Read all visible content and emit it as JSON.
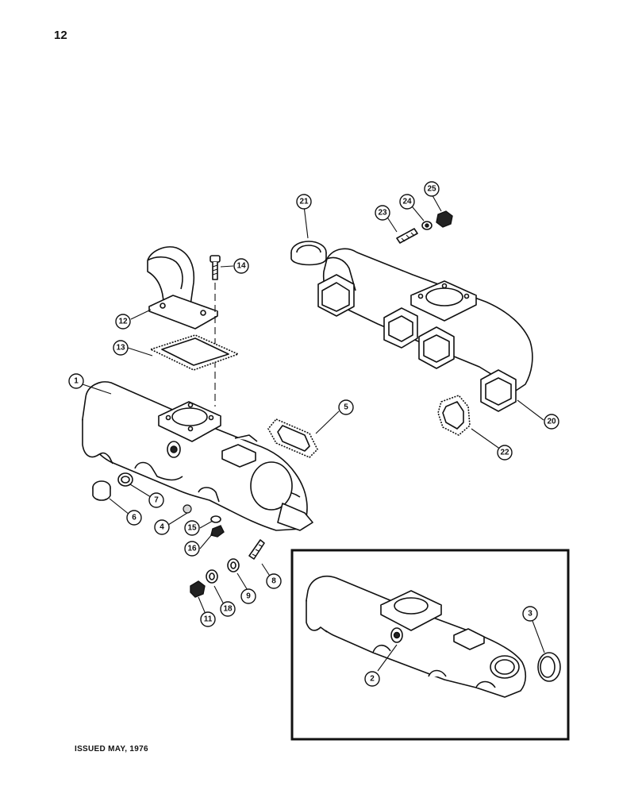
{
  "page": {
    "number": "12",
    "issued": "ISSUED MAY, 1976"
  },
  "callouts": {
    "c1": "1",
    "c2": "2",
    "c3": "3",
    "c4": "4",
    "c5": "5",
    "c6": "6",
    "c7": "7",
    "c8": "8",
    "c9": "9",
    "c11": "11",
    "c12": "12",
    "c13": "13",
    "c14": "14",
    "c15": "15",
    "c16": "16",
    "c18": "18",
    "c20": "20",
    "c21": "21",
    "c22": "22",
    "c23": "23",
    "c24": "24",
    "c25": "25"
  }
}
